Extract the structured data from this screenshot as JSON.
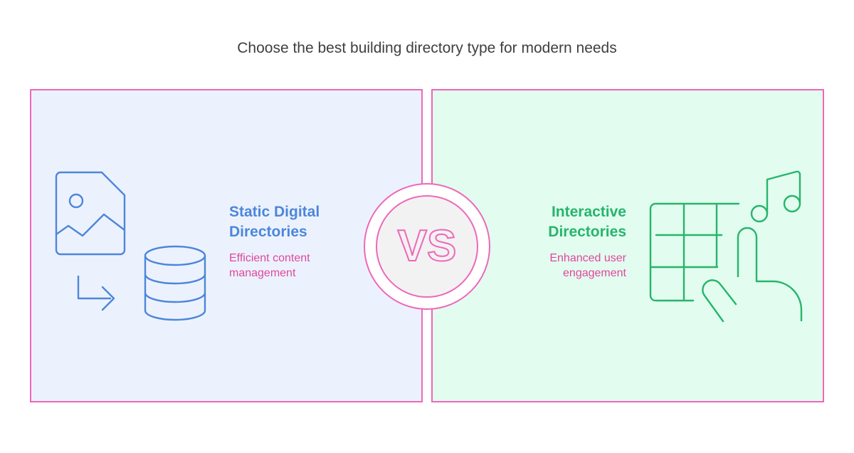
{
  "title": "Choose the best building directory type for modern needs",
  "left": {
    "heading": "Static Digital Directories",
    "description": "Efficient content management",
    "icons": [
      "image-file-icon",
      "arrow-icon",
      "database-icon"
    ]
  },
  "right": {
    "heading": "Interactive Directories",
    "description": "Enhanced user engagement",
    "icons": [
      "grid-icon",
      "music-note-icon",
      "hand-pointer-icon"
    ]
  },
  "vs_label": "VS",
  "colors": {
    "border": "#ef67ba",
    "left_bg": "#ecf2fd",
    "right_bg": "#e2fcef",
    "left_accent": "#4d86db",
    "right_accent": "#27b56c",
    "description": "#e0479d",
    "vs_circle": "#f2f2f2"
  }
}
